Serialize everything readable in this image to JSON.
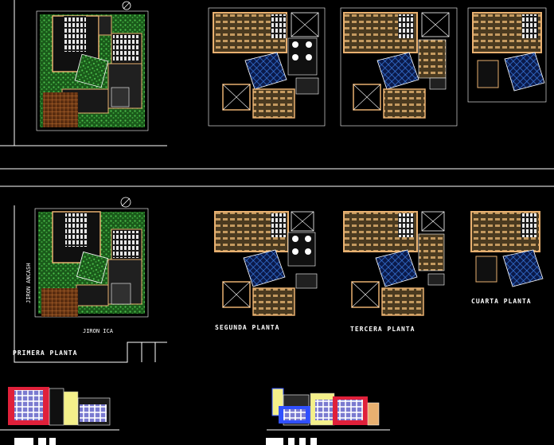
{
  "drawing": {
    "labels": {
      "street_vertical": "JIRON ANCASH",
      "street_horizontal": "JIRON ICA",
      "plan_first": "PRIMERA PLANTA",
      "plan_second": "SEGUNDA PLANTA",
      "plan_third": "TERCERA PLANTA",
      "plan_fourth": "CUARTA PLANTA"
    },
    "colors": {
      "background": "#000000",
      "wall": "#e8b070",
      "grass": "#2f9a2f",
      "hatch_blue": "#2f6fd0",
      "elevation_red": "#e0203a",
      "elevation_yellow": "#f4f08a",
      "elevation_blue": "#3050ff",
      "line_white": "#ffffff",
      "brick": "#b06a2a"
    },
    "icons": [
      "north-arrow-icon"
    ]
  }
}
